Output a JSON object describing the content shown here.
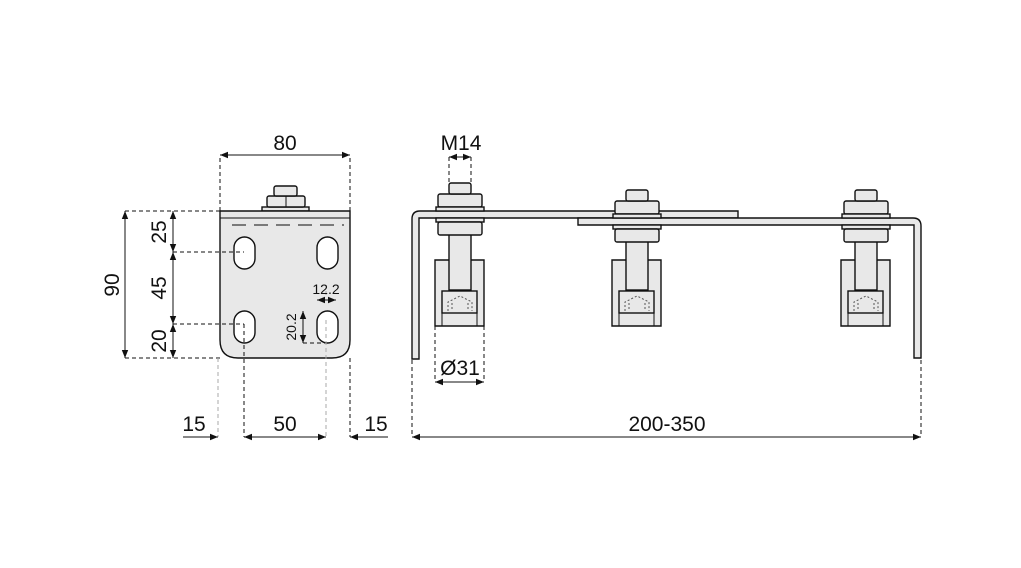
{
  "front_view": {
    "width_label": "80",
    "height_label": "90",
    "vertical_segments": [
      "25",
      "45",
      "20"
    ],
    "slot_width_label": "12.2",
    "slot_height_label": "20.2",
    "bottom_segments": [
      "15",
      "50",
      "15"
    ]
  },
  "side_view": {
    "bolt_label": "M14",
    "roller_label": "Ø31",
    "length_label": "200-350"
  }
}
